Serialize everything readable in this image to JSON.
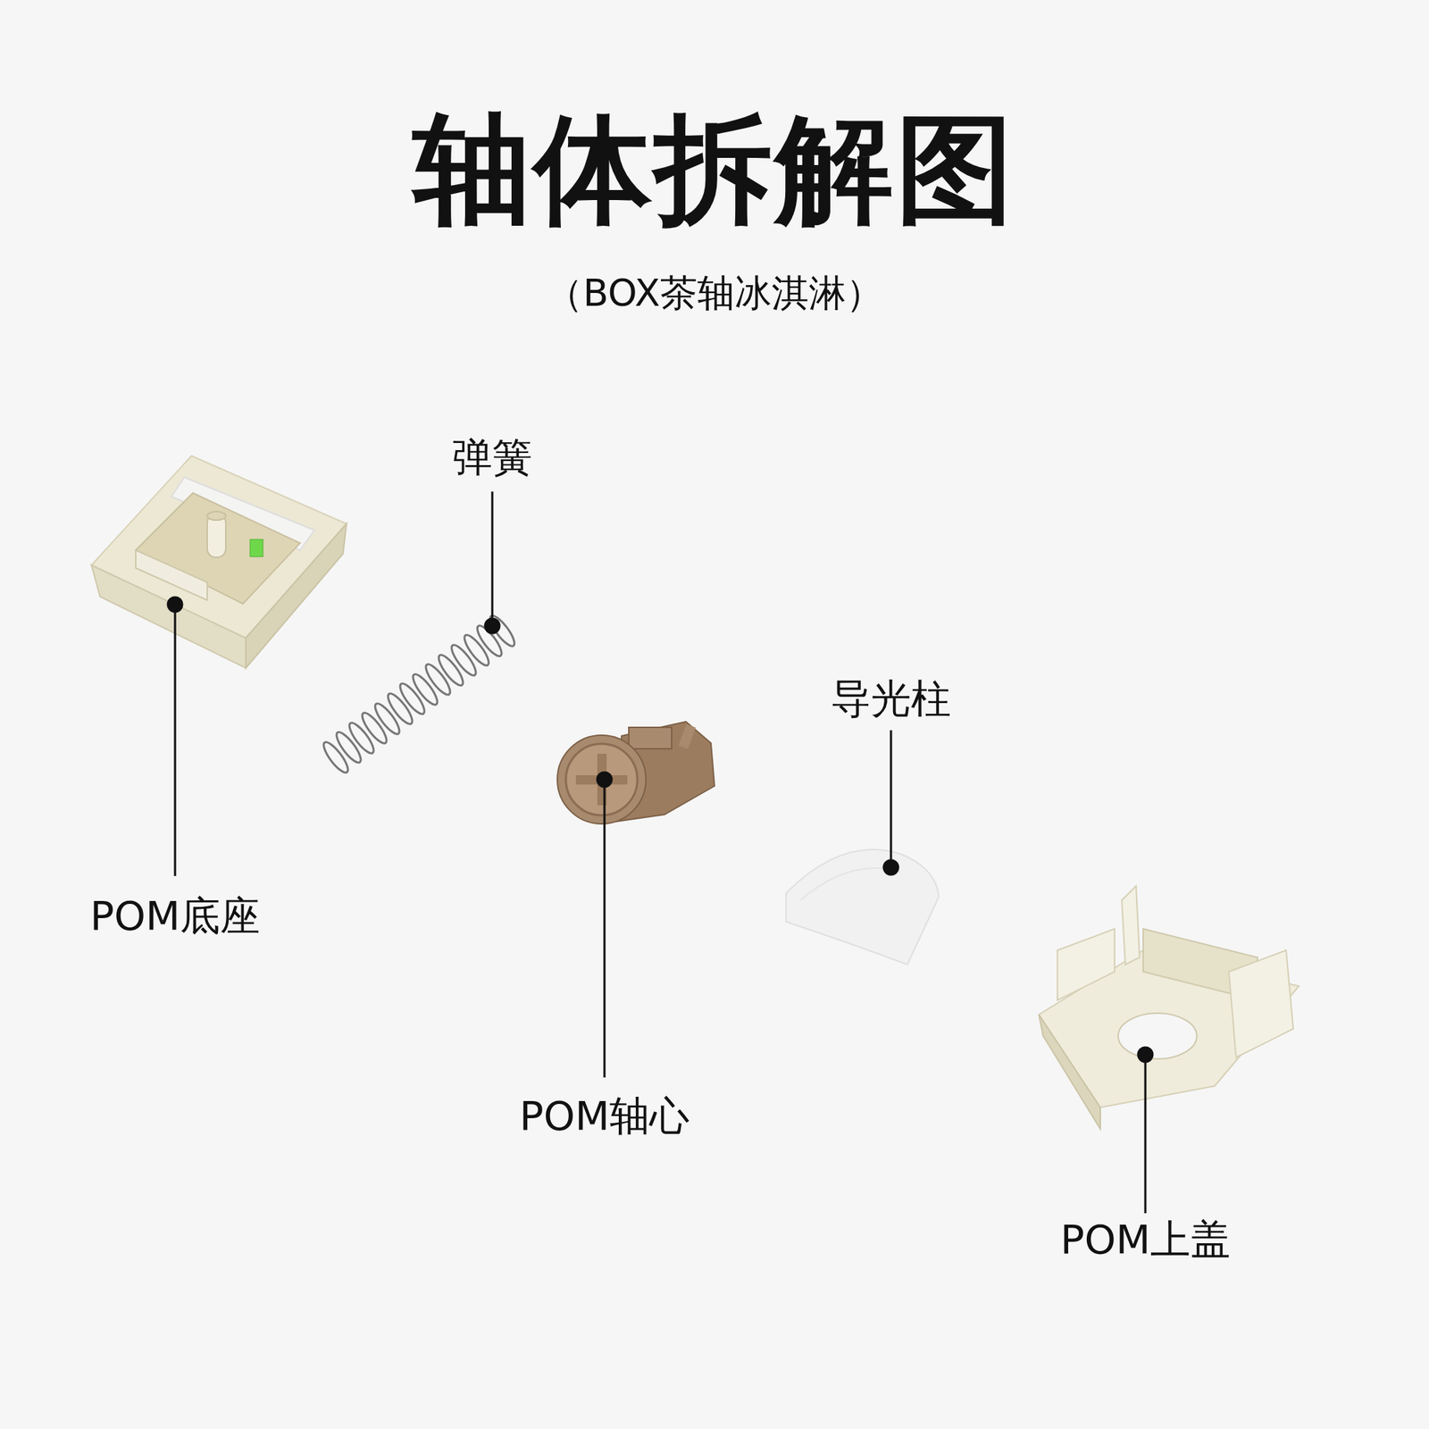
{
  "diagram": {
    "title": "轴体拆解图",
    "caption": "（BOX茶轴冰淇淋）",
    "labels": [
      "弹簧",
      "导光柱",
      "POM底座",
      "POM轴心",
      "POM上盖"
    ]
  }
}
